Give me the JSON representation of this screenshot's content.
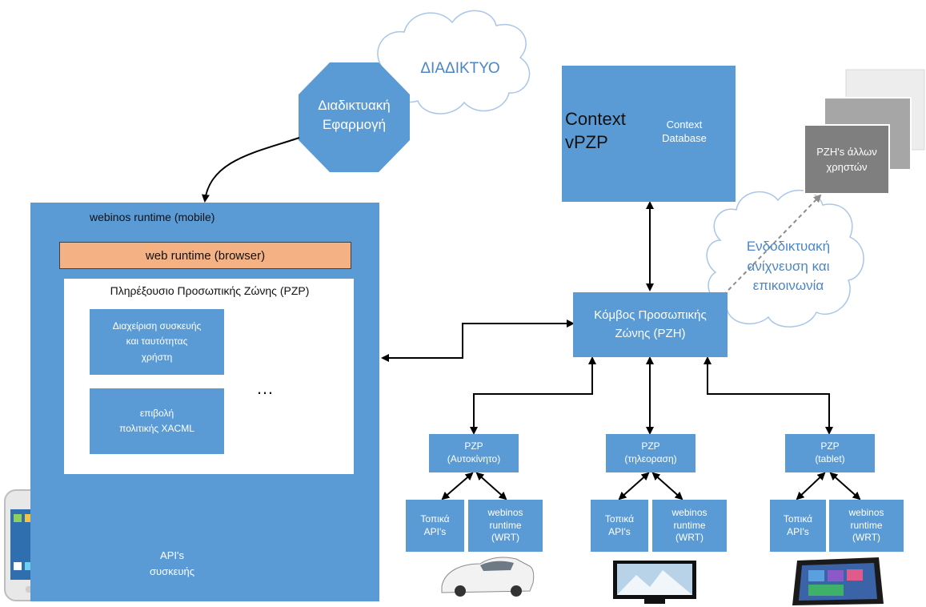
{
  "cloud_internet": "ΔΙΑΔΙΚΤΥΟ",
  "web_app": [
    "Διαδικτυακή",
    "Εφαρμογή"
  ],
  "context": {
    "vpzp": [
      "Context",
      "vPZP"
    ],
    "database": [
      "Context",
      "Database"
    ]
  },
  "other_users": [
    "PZH's άλλων",
    "χρηστών"
  ],
  "intranet_cloud": [
    "Ενδοδικτυακή",
    "ανίχνευση και",
    "επικοινωνία"
  ],
  "mobile": {
    "runtime_title": "webinos runtime (mobile)",
    "web_runtime": "web runtime (browser)",
    "pzp_title": "Πληρέξουσιο Προσωπικής Ζώνης (PZP)",
    "device_mgmt": [
      "Διαχείριση συσκευής",
      "και ταυτότητας",
      "χρήστη"
    ],
    "xacml": [
      "επιβολή",
      "πολιτικής XACML"
    ],
    "ellipsis": "…",
    "device_apis": [
      "API's",
      "συσκευής"
    ]
  },
  "pzh": [
    "Κόμβος Προσωπικής",
    "Ζώνης (PZH)"
  ],
  "pzps": [
    {
      "title": [
        "PZP",
        "(Αυτοκίνητο)"
      ],
      "apis": [
        "Τοπικά",
        "API's"
      ],
      "wrt": [
        "webinos",
        "runtime",
        "(WRT)"
      ],
      "device": "car"
    },
    {
      "title": [
        "PZP",
        "(τηλεοραση)"
      ],
      "apis": [
        "Τοπικά",
        "API's"
      ],
      "wrt": [
        "webinos",
        "runtime",
        "(WRT)"
      ],
      "device": "tv"
    },
    {
      "title": [
        "PZP",
        "(tablet)"
      ],
      "apis": [
        "Τοπικά",
        "API's"
      ],
      "wrt": [
        "webinos",
        "runtime",
        "(WRT)"
      ],
      "device": "tablet"
    }
  ],
  "colors": {
    "box_blue": "#5b9bd5",
    "orange": "#f4b183",
    "grey_dark": "#7f7f7f",
    "grey_mid": "#a6a6a6",
    "grey_light": "#ededed"
  }
}
